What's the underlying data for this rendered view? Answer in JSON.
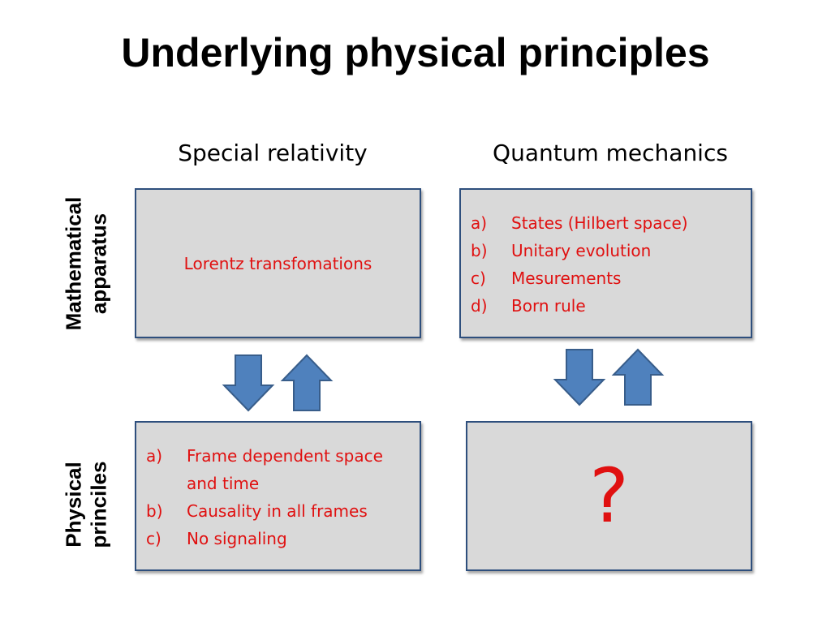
{
  "title": "Underlying physical principles",
  "columns": {
    "left": "Special relativity",
    "right": "Quantum mechanics"
  },
  "rows": {
    "top": [
      "Mathematical",
      "apparatus"
    ],
    "bottom": [
      "Physical",
      "princiles"
    ]
  },
  "boxes": {
    "sr_math": {
      "text": "Lorentz transfomations"
    },
    "qm_math": {
      "items": [
        {
          "marker": "a)",
          "text": "States (Hilbert space)"
        },
        {
          "marker": "b)",
          "text": "Unitary evolution"
        },
        {
          "marker": "c)",
          "text": "Mesurements"
        },
        {
          "marker": "d)",
          "text": "Born rule"
        }
      ]
    },
    "sr_phys": {
      "items": [
        {
          "marker": "a)",
          "text": "Frame dependent space and time"
        },
        {
          "marker": "b)",
          "text": "Causality in all frames"
        },
        {
          "marker": "c)",
          "text": "No signaling"
        }
      ]
    },
    "qm_phys": {
      "text": "?"
    }
  },
  "colors": {
    "box_fill": "#d9d9d9",
    "box_border": "#2e4f7d",
    "item_text": "#e01010",
    "arrow_fill": "#4f81bd",
    "arrow_stroke": "#385d8a"
  },
  "icons": [
    "arrow-down-icon",
    "arrow-up-icon"
  ]
}
